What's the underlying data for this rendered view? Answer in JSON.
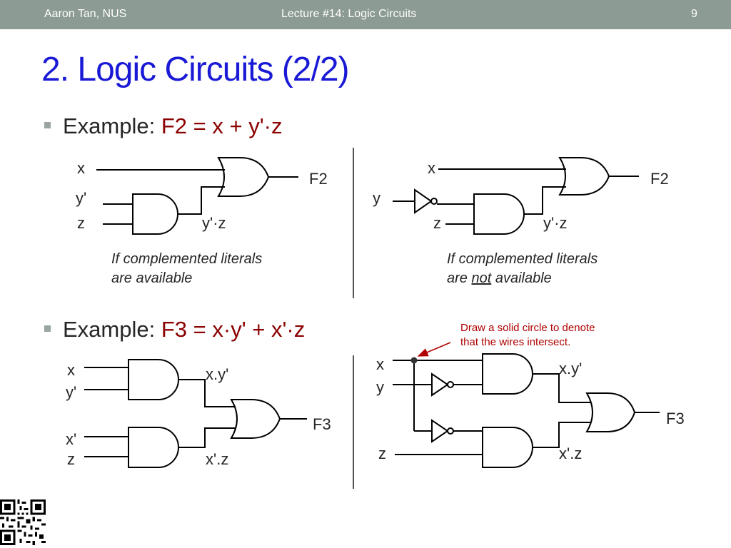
{
  "header": {
    "author": "Aaron Tan, NUS",
    "lecture": "Lecture #14: Logic Circuits",
    "page_number": "9"
  },
  "title": "2. Logic Circuits (2/2)",
  "colors": {
    "header_bg": "#8c9b93",
    "title": "#1a1ad6",
    "expression": "#8b0000",
    "annotation": "#b00000"
  },
  "example1": {
    "prefix": "Example: ",
    "fn": "F2",
    "eq": " = ",
    "expr": "x + y'·z"
  },
  "example2": {
    "prefix": "Example: ",
    "fn": "F3",
    "eq": " = ",
    "expr": "x·y' + x'·z"
  },
  "circuit1": {
    "in_x": "x",
    "in_y": "y'",
    "in_z": "z",
    "wire_label": "y'·z",
    "output": "F2",
    "note_line1": "If complemented literals",
    "note_line2": "are available"
  },
  "circuit2": {
    "in_x": "x",
    "in_y": "y",
    "in_z": "z",
    "wire_label": "y'·z",
    "output": "F2",
    "note_line1": "If complemented literals",
    "note_line2_pre": "are ",
    "note_line2_not": "not",
    "note_line2_post": " available"
  },
  "circuit3": {
    "in_x": "x",
    "in_y": "y'",
    "in_x2": "x'",
    "in_z": "z",
    "label_top": "x.y'",
    "label_bottom": "x'.z",
    "output": "F3"
  },
  "circuit4": {
    "in_x": "x",
    "in_y": "y",
    "in_z": "z",
    "label_top": "x.y'",
    "label_bottom": "x'.z",
    "output": "F3",
    "annotation_line1": "Draw a solid circle to denote",
    "annotation_line2": "that the wires intersect."
  }
}
